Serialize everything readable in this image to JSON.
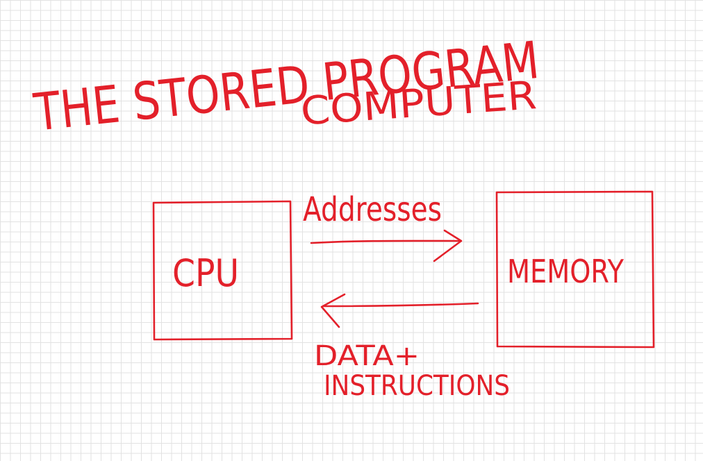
{
  "title": {
    "line1": "THE STORED PROGRAM",
    "line2": "COMPUTER"
  },
  "boxes": {
    "cpu_label": "CPU",
    "memory_label": "MEMORY"
  },
  "arrows": {
    "to_memory_label": "Addresses",
    "to_cpu_label_line1": "DATA+",
    "to_cpu_label_line2": "INSTRUCTIONS"
  },
  "colors": {
    "ink": "#e3202a",
    "paper": "#ffffff",
    "grid": "#e2e2e2"
  }
}
